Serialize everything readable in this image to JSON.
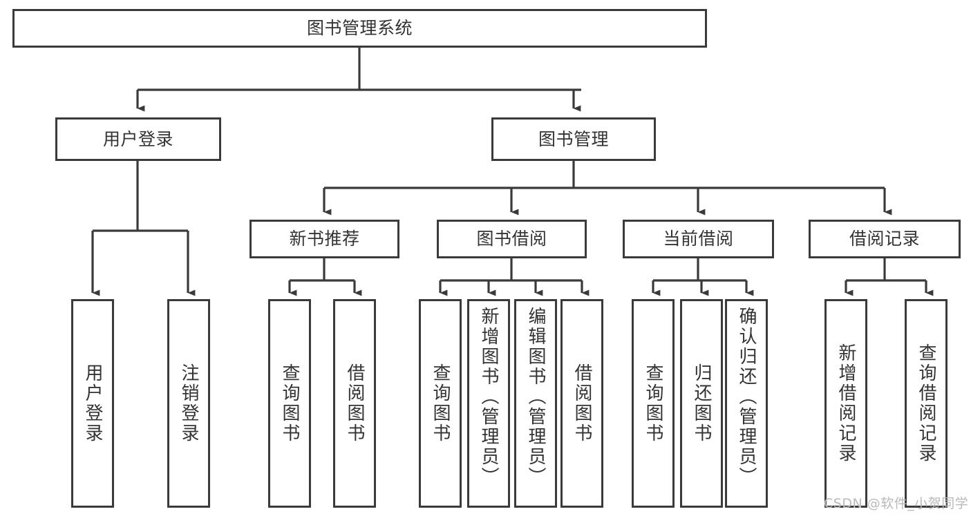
{
  "diagram": {
    "type": "tree-hierarchy-chart",
    "title": "图书管理系统",
    "line_color": "#3a3a3a",
    "text_color": "#333333",
    "background": "#ffffff",
    "root": {
      "id": "root",
      "label": "图书管理系统",
      "orientation": "horizontal"
    },
    "level1": [
      {
        "id": "user-login",
        "label": "用户登录",
        "orientation": "horizontal"
      },
      {
        "id": "book-management",
        "label": "图书管理",
        "orientation": "horizontal"
      }
    ],
    "level2": [
      {
        "id": "new-book-recommend",
        "label": "新书推荐",
        "orientation": "horizontal",
        "parent": "book-management"
      },
      {
        "id": "book-borrow",
        "label": "图书借阅",
        "orientation": "horizontal",
        "parent": "book-management"
      },
      {
        "id": "current-borrow",
        "label": "当前借阅",
        "orientation": "horizontal",
        "parent": "book-management"
      },
      {
        "id": "borrow-record",
        "label": "借阅记录",
        "orientation": "horizontal",
        "parent": "book-management"
      }
    ],
    "leaves": [
      {
        "id": "leaf-user-login",
        "label": "用户登录",
        "parent": "user-login"
      },
      {
        "id": "leaf-logout-login",
        "label": "注销登录",
        "parent": "user-login"
      },
      {
        "id": "leaf-query-book-1",
        "label": "查询图书",
        "parent": "new-book-recommend"
      },
      {
        "id": "leaf-borrow-book-1",
        "label": "借阅图书",
        "parent": "new-book-recommend"
      },
      {
        "id": "leaf-query-book-2",
        "label": "查询图书",
        "parent": "book-borrow"
      },
      {
        "id": "leaf-add-book",
        "label": "新增图书（管理员）",
        "parent": "book-borrow"
      },
      {
        "id": "leaf-edit-book",
        "label": "编辑图书（管理员）",
        "parent": "book-borrow"
      },
      {
        "id": "leaf-borrow-book-2",
        "label": "借阅图书",
        "parent": "book-borrow"
      },
      {
        "id": "leaf-query-book-3",
        "label": "查询图书",
        "parent": "current-borrow"
      },
      {
        "id": "leaf-return-book",
        "label": "归还图书",
        "parent": "current-borrow"
      },
      {
        "id": "leaf-confirm-return",
        "label": "确认归还（管理员）",
        "parent": "current-borrow"
      },
      {
        "id": "leaf-add-record",
        "label": "新增借阅记录",
        "parent": "borrow-record"
      },
      {
        "id": "leaf-query-record",
        "label": "查询借阅记录",
        "parent": "borrow-record"
      }
    ]
  },
  "watermark": {
    "text": "CSDN @软件_小贺同学"
  }
}
